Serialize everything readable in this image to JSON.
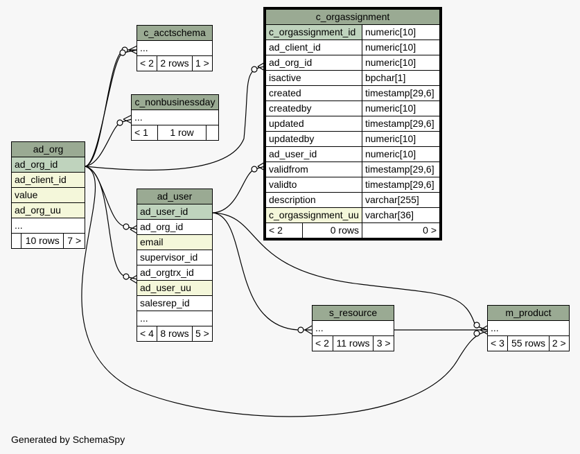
{
  "tables": {
    "ad_org": {
      "name": "ad_org",
      "columns": [
        {
          "name": "ad_org_id",
          "kind": "pk"
        },
        {
          "name": "ad_client_id",
          "kind": "idx"
        },
        {
          "name": "value",
          "kind": "idx"
        },
        {
          "name": "ad_org_uu",
          "kind": "idx"
        },
        {
          "name": "...",
          "kind": "plain"
        }
      ],
      "footer": [
        "",
        "10 rows",
        "7 >"
      ]
    },
    "c_acctschema": {
      "name": "c_acctschema",
      "columns": [
        {
          "name": "...",
          "kind": "plain"
        }
      ],
      "footer": [
        "< 2",
        "2 rows",
        "1 >"
      ]
    },
    "c_nonbusinessday": {
      "name": "c_nonbusinessday",
      "columns": [
        {
          "name": "...",
          "kind": "plain"
        }
      ],
      "footer": [
        "< 1",
        "1 row",
        ""
      ]
    },
    "ad_user": {
      "name": "ad_user",
      "columns": [
        {
          "name": "ad_user_id",
          "kind": "pk"
        },
        {
          "name": "ad_org_id",
          "kind": "plain"
        },
        {
          "name": "email",
          "kind": "idx"
        },
        {
          "name": "supervisor_id",
          "kind": "plain"
        },
        {
          "name": "ad_orgtrx_id",
          "kind": "plain"
        },
        {
          "name": "ad_user_uu",
          "kind": "idx"
        },
        {
          "name": "salesrep_id",
          "kind": "plain"
        },
        {
          "name": "...",
          "kind": "plain"
        }
      ],
      "footer": [
        "< 4",
        "8 rows",
        "5 >"
      ]
    },
    "c_orgassignment": {
      "name": "c_orgassignment",
      "columns": [
        {
          "name": "c_orgassignment_id",
          "type": "numeric[10]",
          "kind": "pk"
        },
        {
          "name": "ad_client_id",
          "type": "numeric[10]",
          "kind": "plain"
        },
        {
          "name": "ad_org_id",
          "type": "numeric[10]",
          "kind": "plain"
        },
        {
          "name": "isactive",
          "type": "bpchar[1]",
          "kind": "plain"
        },
        {
          "name": "created",
          "type": "timestamp[29,6]",
          "kind": "plain"
        },
        {
          "name": "createdby",
          "type": "numeric[10]",
          "kind": "plain"
        },
        {
          "name": "updated",
          "type": "timestamp[29,6]",
          "kind": "plain"
        },
        {
          "name": "updatedby",
          "type": "numeric[10]",
          "kind": "plain"
        },
        {
          "name": "ad_user_id",
          "type": "numeric[10]",
          "kind": "plain"
        },
        {
          "name": "validfrom",
          "type": "timestamp[29,6]",
          "kind": "plain"
        },
        {
          "name": "validto",
          "type": "timestamp[29,6]",
          "kind": "plain"
        },
        {
          "name": "description",
          "type": "varchar[255]",
          "kind": "plain"
        },
        {
          "name": "c_orgassignment_uu",
          "type": "varchar[36]",
          "kind": "idx"
        }
      ],
      "footer": [
        "< 2",
        "0 rows",
        "0 >"
      ]
    },
    "s_resource": {
      "name": "s_resource",
      "columns": [
        {
          "name": "...",
          "kind": "plain"
        }
      ],
      "footer": [
        "< 2",
        "11 rows",
        "3 >"
      ]
    },
    "m_product": {
      "name": "m_product",
      "columns": [
        {
          "name": "...",
          "kind": "plain"
        }
      ],
      "footer": [
        "< 3",
        "55 rows",
        "2 >"
      ]
    }
  },
  "colors": {
    "header": "#9aaa93",
    "pk": "#bfd3bd",
    "idx": "#f4f7da",
    "background": "#f7f7f7"
  },
  "generated_by": "Generated by SchemaSpy"
}
